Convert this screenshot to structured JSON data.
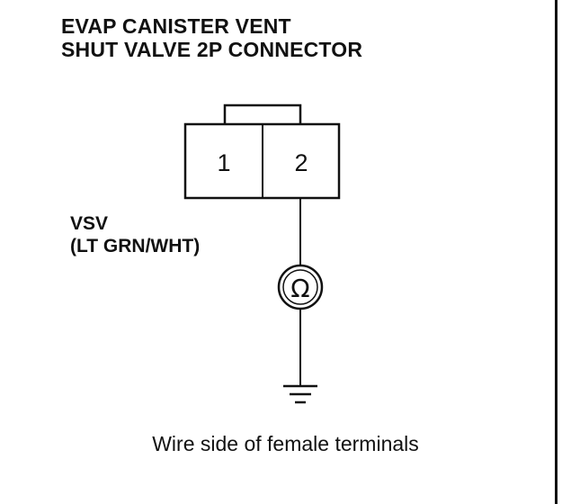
{
  "title": {
    "line1": "EVAP CANISTER VENT",
    "line2": "SHUT VALVE 2P CONNECTOR"
  },
  "connector": {
    "pins": [
      "1",
      "2"
    ]
  },
  "wire": {
    "label_line1": "VSV",
    "label_line2": "(LT GRN/WHT)"
  },
  "meter": {
    "symbol": "Ω",
    "icon": "ohmmeter-icon"
  },
  "ground": {
    "icon": "ground-icon"
  },
  "caption": "Wire side of female terminals"
}
